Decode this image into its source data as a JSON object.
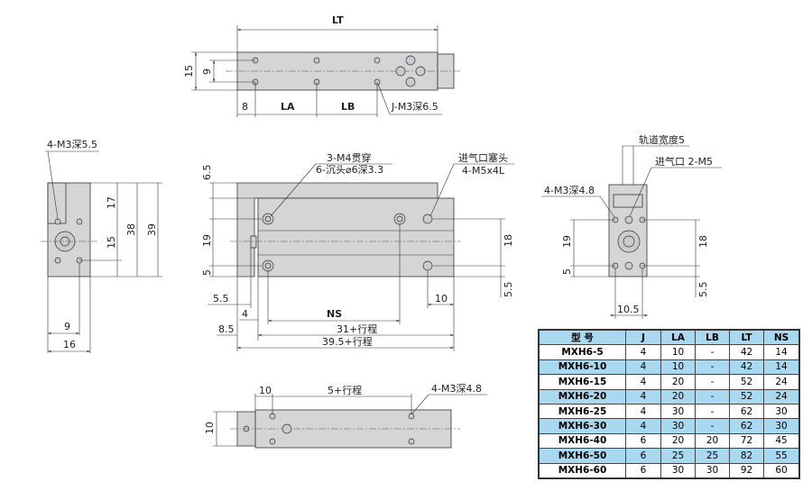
{
  "top_view": {
    "lt": "LT",
    "h15": "15",
    "h9": "9",
    "d8": "8",
    "la": "LA",
    "lb": "LB",
    "thread": "J-M3深6.5"
  },
  "front_view": {
    "note1": "3-M4贯穿",
    "note2": "6-沉头⌀6深3.3",
    "port1": "进气口塞头",
    "port2": "4-M5x4L",
    "d65": "6.5",
    "d19": "19",
    "d5": "5",
    "d18": "18",
    "d55r": "5.5",
    "d55": "5.5",
    "d4": "4",
    "ns": "NS",
    "d85": "8.5",
    "d10": "10",
    "stroke31": "31+行程",
    "stroke395": "39.5+行程"
  },
  "left_view": {
    "thread": "4-M3深5.5",
    "d17": "17",
    "d15": "15",
    "d38": "38",
    "d39": "39",
    "d9": "9",
    "d16": "16"
  },
  "right_view": {
    "rail": "轨道宽度5",
    "port": "进气口 2-M5",
    "thread": "4-M3深4.8",
    "d19": "19",
    "d5": "5",
    "d18": "18",
    "d55": "5.5",
    "d105": "10.5"
  },
  "bottom_view": {
    "d10": "10",
    "stroke": "5+行程",
    "thread": "4-M3深4.8",
    "h10": "10"
  },
  "table": {
    "headers": [
      "型 号",
      "J",
      "LA",
      "LB",
      "LT",
      "NS"
    ],
    "rows": [
      [
        "MXH6-5",
        "4",
        "10",
        "-",
        "42",
        "14"
      ],
      [
        "MXH6-10",
        "4",
        "10",
        "-",
        "42",
        "14"
      ],
      [
        "MXH6-15",
        "4",
        "20",
        "-",
        "52",
        "24"
      ],
      [
        "MXH6-20",
        "4",
        "20",
        "-",
        "52",
        "24"
      ],
      [
        "MXH6-25",
        "4",
        "30",
        "-",
        "62",
        "30"
      ],
      [
        "MXH6-30",
        "4",
        "30",
        "-",
        "62",
        "30"
      ],
      [
        "MXH6-40",
        "6",
        "20",
        "20",
        "72",
        "45"
      ],
      [
        "MXH6-50",
        "6",
        "25",
        "25",
        "82",
        "55"
      ],
      [
        "MXH6-60",
        "6",
        "30",
        "30",
        "92",
        "60"
      ]
    ]
  },
  "colors": {
    "table_highlight": "#a9d9f0",
    "part_fill": "#d3d5d7"
  }
}
